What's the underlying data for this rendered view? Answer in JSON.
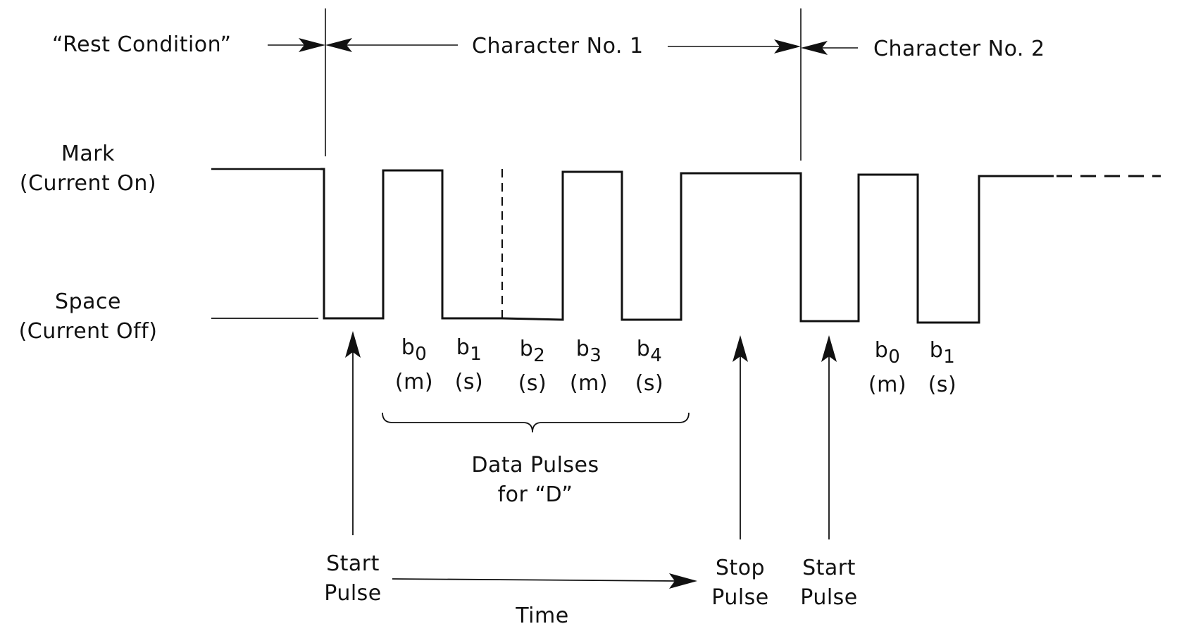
{
  "labels": {
    "rest_condition": "“Rest Condition”",
    "character_1": "Character No. 1",
    "character_2": "Character No. 2",
    "mark_title": "Mark",
    "mark_sub": "(Current On)",
    "space_title": "Space",
    "space_sub": "(Current Off)",
    "data_pulses_line1": "Data Pulses",
    "data_pulses_line2": "for “D”",
    "start_pulse_1a": "Start",
    "start_pulse_1b": "Pulse",
    "time": "Time",
    "stop_pulse_a": "Stop",
    "stop_pulse_b": "Pulse",
    "start_pulse_2a": "Start",
    "start_pulse_2b": "Pulse"
  },
  "character_1_bits": [
    {
      "b": "b",
      "n": "0",
      "v": "(m)"
    },
    {
      "b": "b",
      "n": "1",
      "v": "(s)"
    },
    {
      "b": "b",
      "n": "2",
      "v": "(s)"
    },
    {
      "b": "b",
      "n": "3",
      "v": "(m)"
    },
    {
      "b": "b",
      "n": "4",
      "v": "(s)"
    }
  ],
  "character_2_bits": [
    {
      "b": "b",
      "n": "0",
      "v": "(m)"
    },
    {
      "b": "b",
      "n": "1",
      "v": "(s)"
    }
  ],
  "colors": {
    "ink": "#111111",
    "background": "#ffffff"
  }
}
